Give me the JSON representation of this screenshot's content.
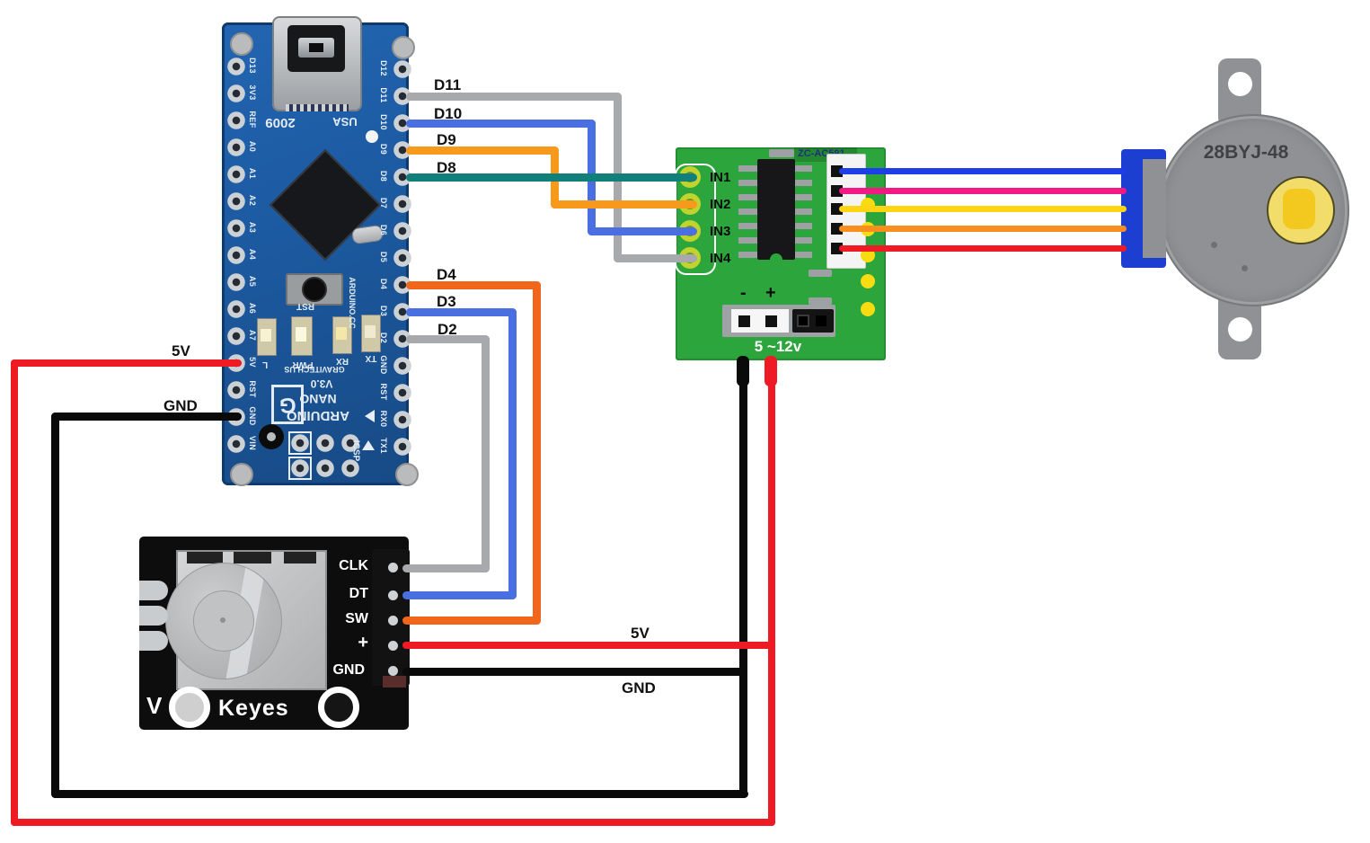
{
  "colors": {
    "wire_gray": "#A7A9AC",
    "wire_blue": "#4A6FE0",
    "wire_orange": "#F79A1B",
    "wire_orange_deep": "#F2661B",
    "wire_teal": "#12807A",
    "wire_red": "#EE1B24",
    "wire_black": "#0A0A0A",
    "motor_blue": "#1E3FE8",
    "motor_pink": "#F31984",
    "motor_yellow": "#FFD412",
    "motor_orange": "#F78E1E",
    "motor_red": "#EE1B24",
    "board_green": "#2CA63C",
    "board_blue": "#1D5CA4",
    "pcb_black": "#0D0D0E",
    "motor_gray": "#8F9194",
    "connector_blue": "#1C3ED1",
    "pad_lime": "#C0D32E"
  },
  "labels": {
    "d11": "D11",
    "d10": "D10",
    "d9": "D9",
    "d8": "D8",
    "d4": "D4",
    "d3": "D3",
    "d2": "D2",
    "v5_arduino": "5V",
    "gnd_arduino": "GND",
    "v5_encoder": "5V",
    "gnd_encoder": "GND"
  },
  "arduino": {
    "left_pins": [
      "D13",
      "3V3",
      "REF",
      "A0",
      "A1",
      "A2",
      "A3",
      "A4",
      "A5",
      "A6",
      "A7",
      "5V",
      "RST",
      "GND",
      "VIN"
    ],
    "right_pins": [
      "D12",
      "D11",
      "D10",
      "D9",
      "D8",
      "D7",
      "D6",
      "D5",
      "D4",
      "D3",
      "D2",
      "GND",
      "RST",
      "RX0",
      "TX1"
    ],
    "silk": {
      "year": "2009",
      "usa": "USA",
      "rst": "RST",
      "led_l": "L",
      "led_pwr": "PWR",
      "led_rx": "RX",
      "led_tx": "TX",
      "maker": "GRAVITECH.US",
      "version": "V3.0",
      "nano": "NANO",
      "arduino": "ARDUINO",
      "arduino_cc": "ARDUINO.CC",
      "icsp": "ICSP",
      "logo": "G"
    }
  },
  "driver": {
    "model": "ZC-AC591",
    "inputs": [
      "IN1",
      "IN2",
      "IN3",
      "IN4"
    ],
    "minus": "-",
    "plus": "+",
    "voltage": "5 ~12v"
  },
  "motor": {
    "model": "28BYJ-48"
  },
  "encoder": {
    "pins": [
      "CLK",
      "DT",
      "SW",
      "+",
      "GND"
    ],
    "v": "V",
    "brand": "Keyes"
  }
}
